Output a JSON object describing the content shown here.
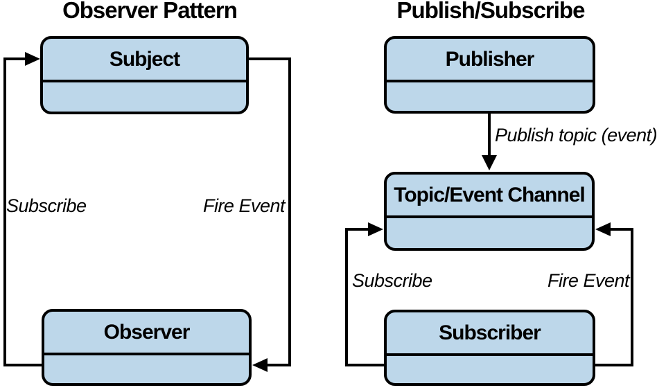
{
  "colors": {
    "box_fill": "#bdd7ea",
    "stroke": "#000000",
    "background": "#ffffff"
  },
  "left_diagram": {
    "title": "Observer Pattern",
    "nodes": {
      "subject": "Subject",
      "observer": "Observer"
    },
    "edges": {
      "subscribe": "Subscribe",
      "fire_event": "Fire Event"
    }
  },
  "right_diagram": {
    "title": "Publish/Subscribe",
    "nodes": {
      "publisher": "Publisher",
      "topic_channel": "Topic/Event Channel",
      "subscriber": "Subscriber"
    },
    "edges": {
      "publish": "Publish topic (event)",
      "subscribe": "Subscribe",
      "fire_event": "Fire Event"
    }
  }
}
